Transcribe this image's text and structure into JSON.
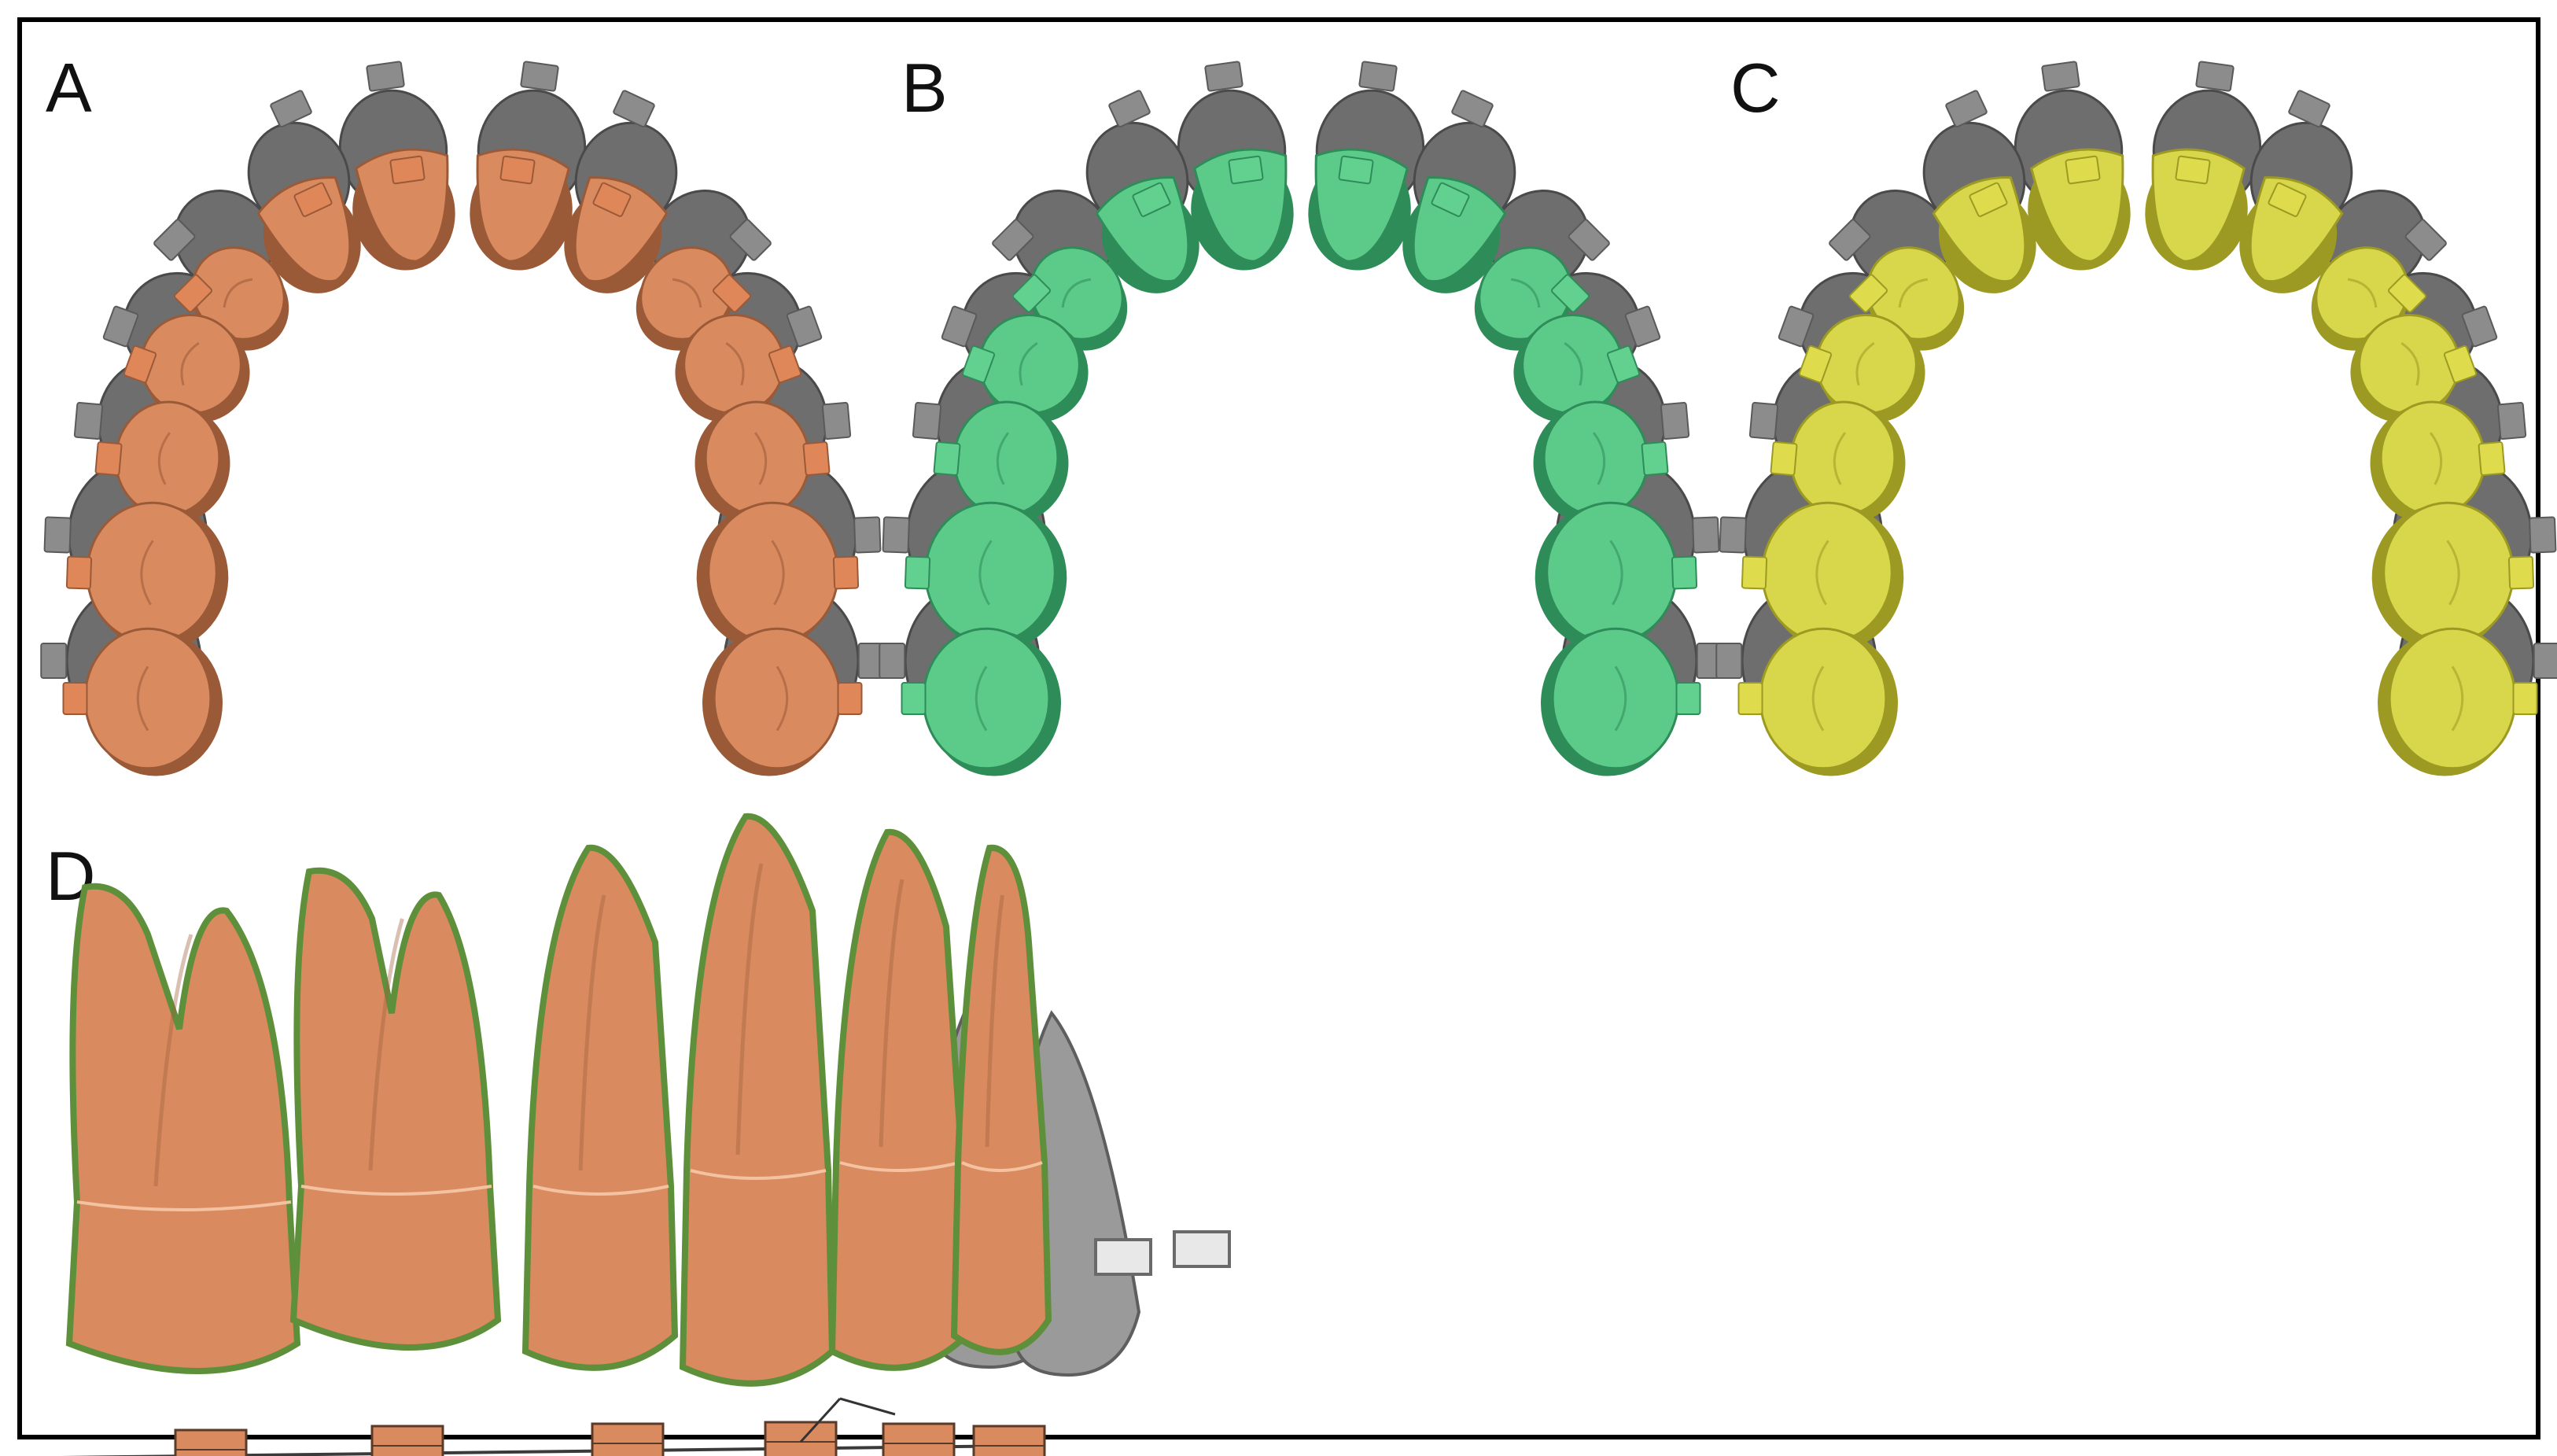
{
  "panels": [
    {
      "id": "A",
      "label": "A",
      "tooth_color": "#D98A5E",
      "tooth_dark": "#9A5A38",
      "bracket_color": "#E0875A"
    },
    {
      "id": "B",
      "label": "B",
      "tooth_color": "#5CCB8A",
      "tooth_dark": "#2E8C58",
      "bracket_color": "#62D08F"
    },
    {
      "id": "C",
      "label": "C",
      "tooth_color": "#D8D64A",
      "tooth_dark": "#9C9A22",
      "bracket_color": "#DEDC4C"
    },
    {
      "id": "D",
      "label": "D",
      "tooth_color": "#D98A5E",
      "tooth_dark": "#A0623E",
      "outline_color": "#5E8F3A"
    }
  ],
  "colors": {
    "gray_tooth": "#6E6E6E",
    "gray_tooth_light": "#9A9A9A",
    "gray_bracket": "#8C8C8C",
    "border": "#000000",
    "wire": "#3A3A3A"
  }
}
